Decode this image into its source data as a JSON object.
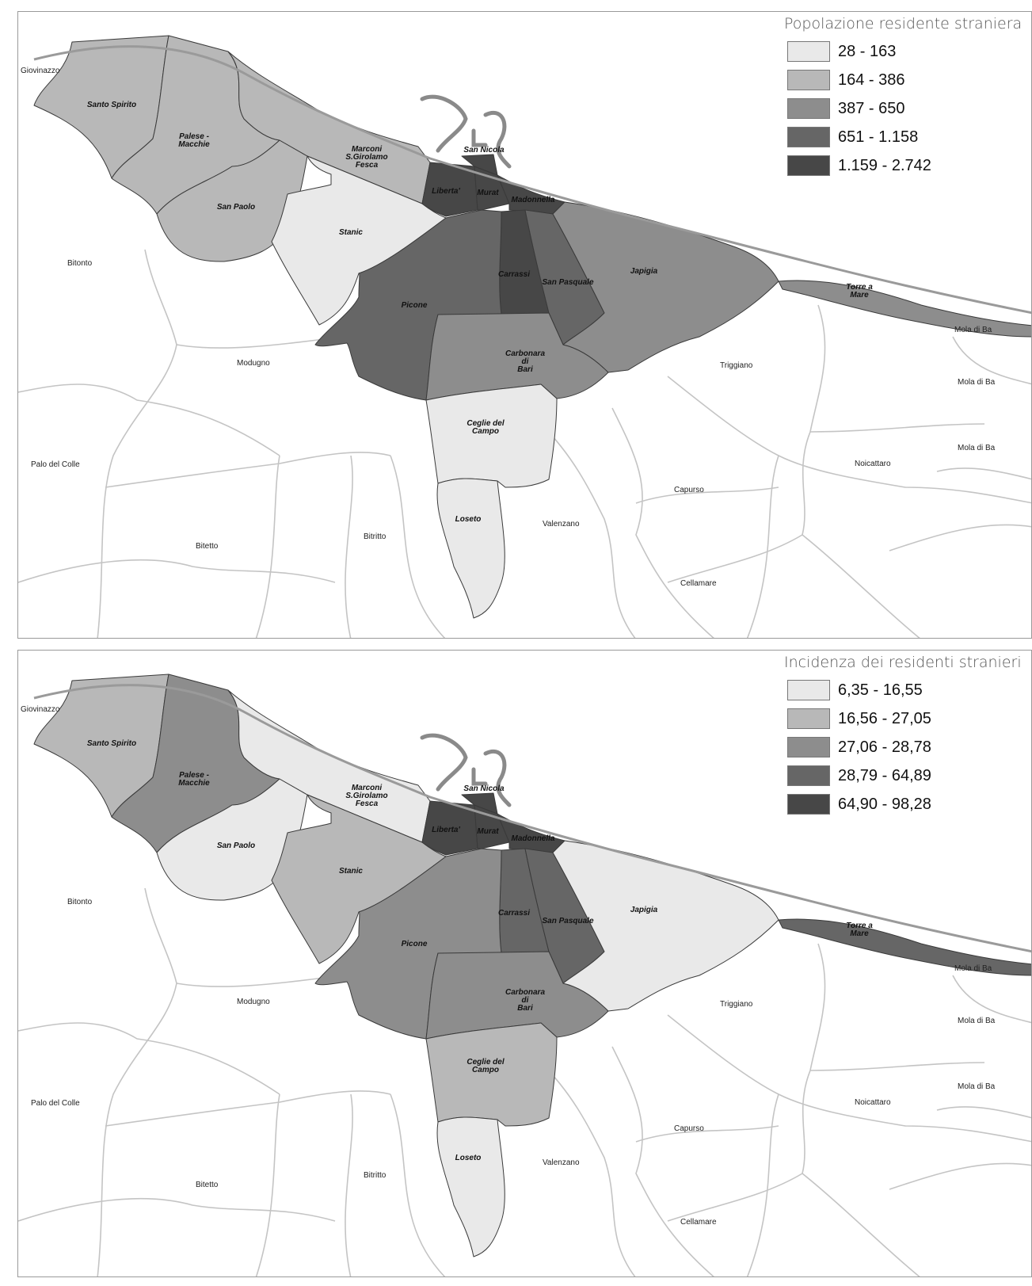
{
  "maps": [
    {
      "id": "top",
      "legend": {
        "title": "Popolazione residente straniera",
        "classes": [
          {
            "label": "28 - 163",
            "color": "#e9e9e9"
          },
          {
            "label": "164 - 386",
            "color": "#b8b8b8"
          },
          {
            "label": "387 - 650",
            "color": "#8d8d8d"
          },
          {
            "label": "651 - 1.158",
            "color": "#666666"
          },
          {
            "label": "1.159 - 2.742",
            "color": "#474747"
          }
        ]
      },
      "district_class": {
        "santo-spirito": 1,
        "palese-macchie": 1,
        "marconi": 1,
        "san-paolo": 1,
        "stanic": 0,
        "liberta": 4,
        "murat": 4,
        "madonnella": 4,
        "san-nicola": 4,
        "carrassi": 4,
        "picone": 3,
        "san-pasquale": 3,
        "japigia": 2,
        "torre-a-mare": 2,
        "carbonara": 2,
        "ceglie": 0,
        "loseto": 0
      }
    },
    {
      "id": "bottom",
      "legend": {
        "title": "Incidenza dei residenti stranieri",
        "classes": [
          {
            "label": "6,35 - 16,55",
            "color": "#e9e9e9"
          },
          {
            "label": "16,56 - 27,05",
            "color": "#b8b8b8"
          },
          {
            "label": "27,06 - 28,78",
            "color": "#8d8d8d"
          },
          {
            "label": "28,79 - 64,89",
            "color": "#666666"
          },
          {
            "label": "64,90 - 98,28",
            "color": "#474747"
          }
        ]
      },
      "district_class": {
        "santo-spirito": 1,
        "palese-macchie": 2,
        "marconi": 0,
        "san-paolo": 0,
        "stanic": 1,
        "liberta": 4,
        "murat": 4,
        "madonnella": 4,
        "san-nicola": 4,
        "carrassi": 3,
        "picone": 2,
        "san-pasquale": 3,
        "japigia": 0,
        "torre-a-mare": 3,
        "carbonara": 2,
        "ceglie": 1,
        "loseto": 0
      }
    }
  ],
  "district_labels": {
    "santo-spirito": [
      "Santo Spirito"
    ],
    "palese-macchie": [
      "Palese -",
      "Macchie"
    ],
    "marconi": [
      "Marconi",
      "S.Girolamo",
      "Fesca"
    ],
    "san-nicola": [
      "San Nicola"
    ],
    "liberta": [
      "Liberta'"
    ],
    "murat": [
      "Murat"
    ],
    "madonnella": [
      "Madonnella"
    ],
    "san-paolo": [
      "San Paolo"
    ],
    "stanic": [
      "Stanic"
    ],
    "carrassi": [
      "Carrassi"
    ],
    "san-pasquale": [
      "San Pasquale"
    ],
    "japigia": [
      "Japigia"
    ],
    "torre-a-mare": [
      "Torre a",
      "Mare"
    ],
    "picone": [
      "Picone"
    ],
    "carbonara": [
      "Carbonara",
      "di",
      "Bari"
    ],
    "ceglie": [
      "Ceglie del",
      "Campo"
    ],
    "loseto": [
      "Loseto"
    ]
  },
  "towns": {
    "giovinazzo": "Giovinazzo",
    "bitonto": "Bitonto",
    "modugno": "Modugno",
    "palo-del-colle": "Palo del Colle",
    "bitetto": "Bitetto",
    "bitritto": "Bitritto",
    "valenzano": "Valenzano",
    "capurso": "Capurso",
    "cellamare": "Cellamare",
    "triggiano": "Triggiano",
    "noicattaro": "Noicattaro",
    "mola-1": "Mola di Ba",
    "mola-2": "Mola di Ba",
    "mola-3": "Mola di Ba"
  }
}
